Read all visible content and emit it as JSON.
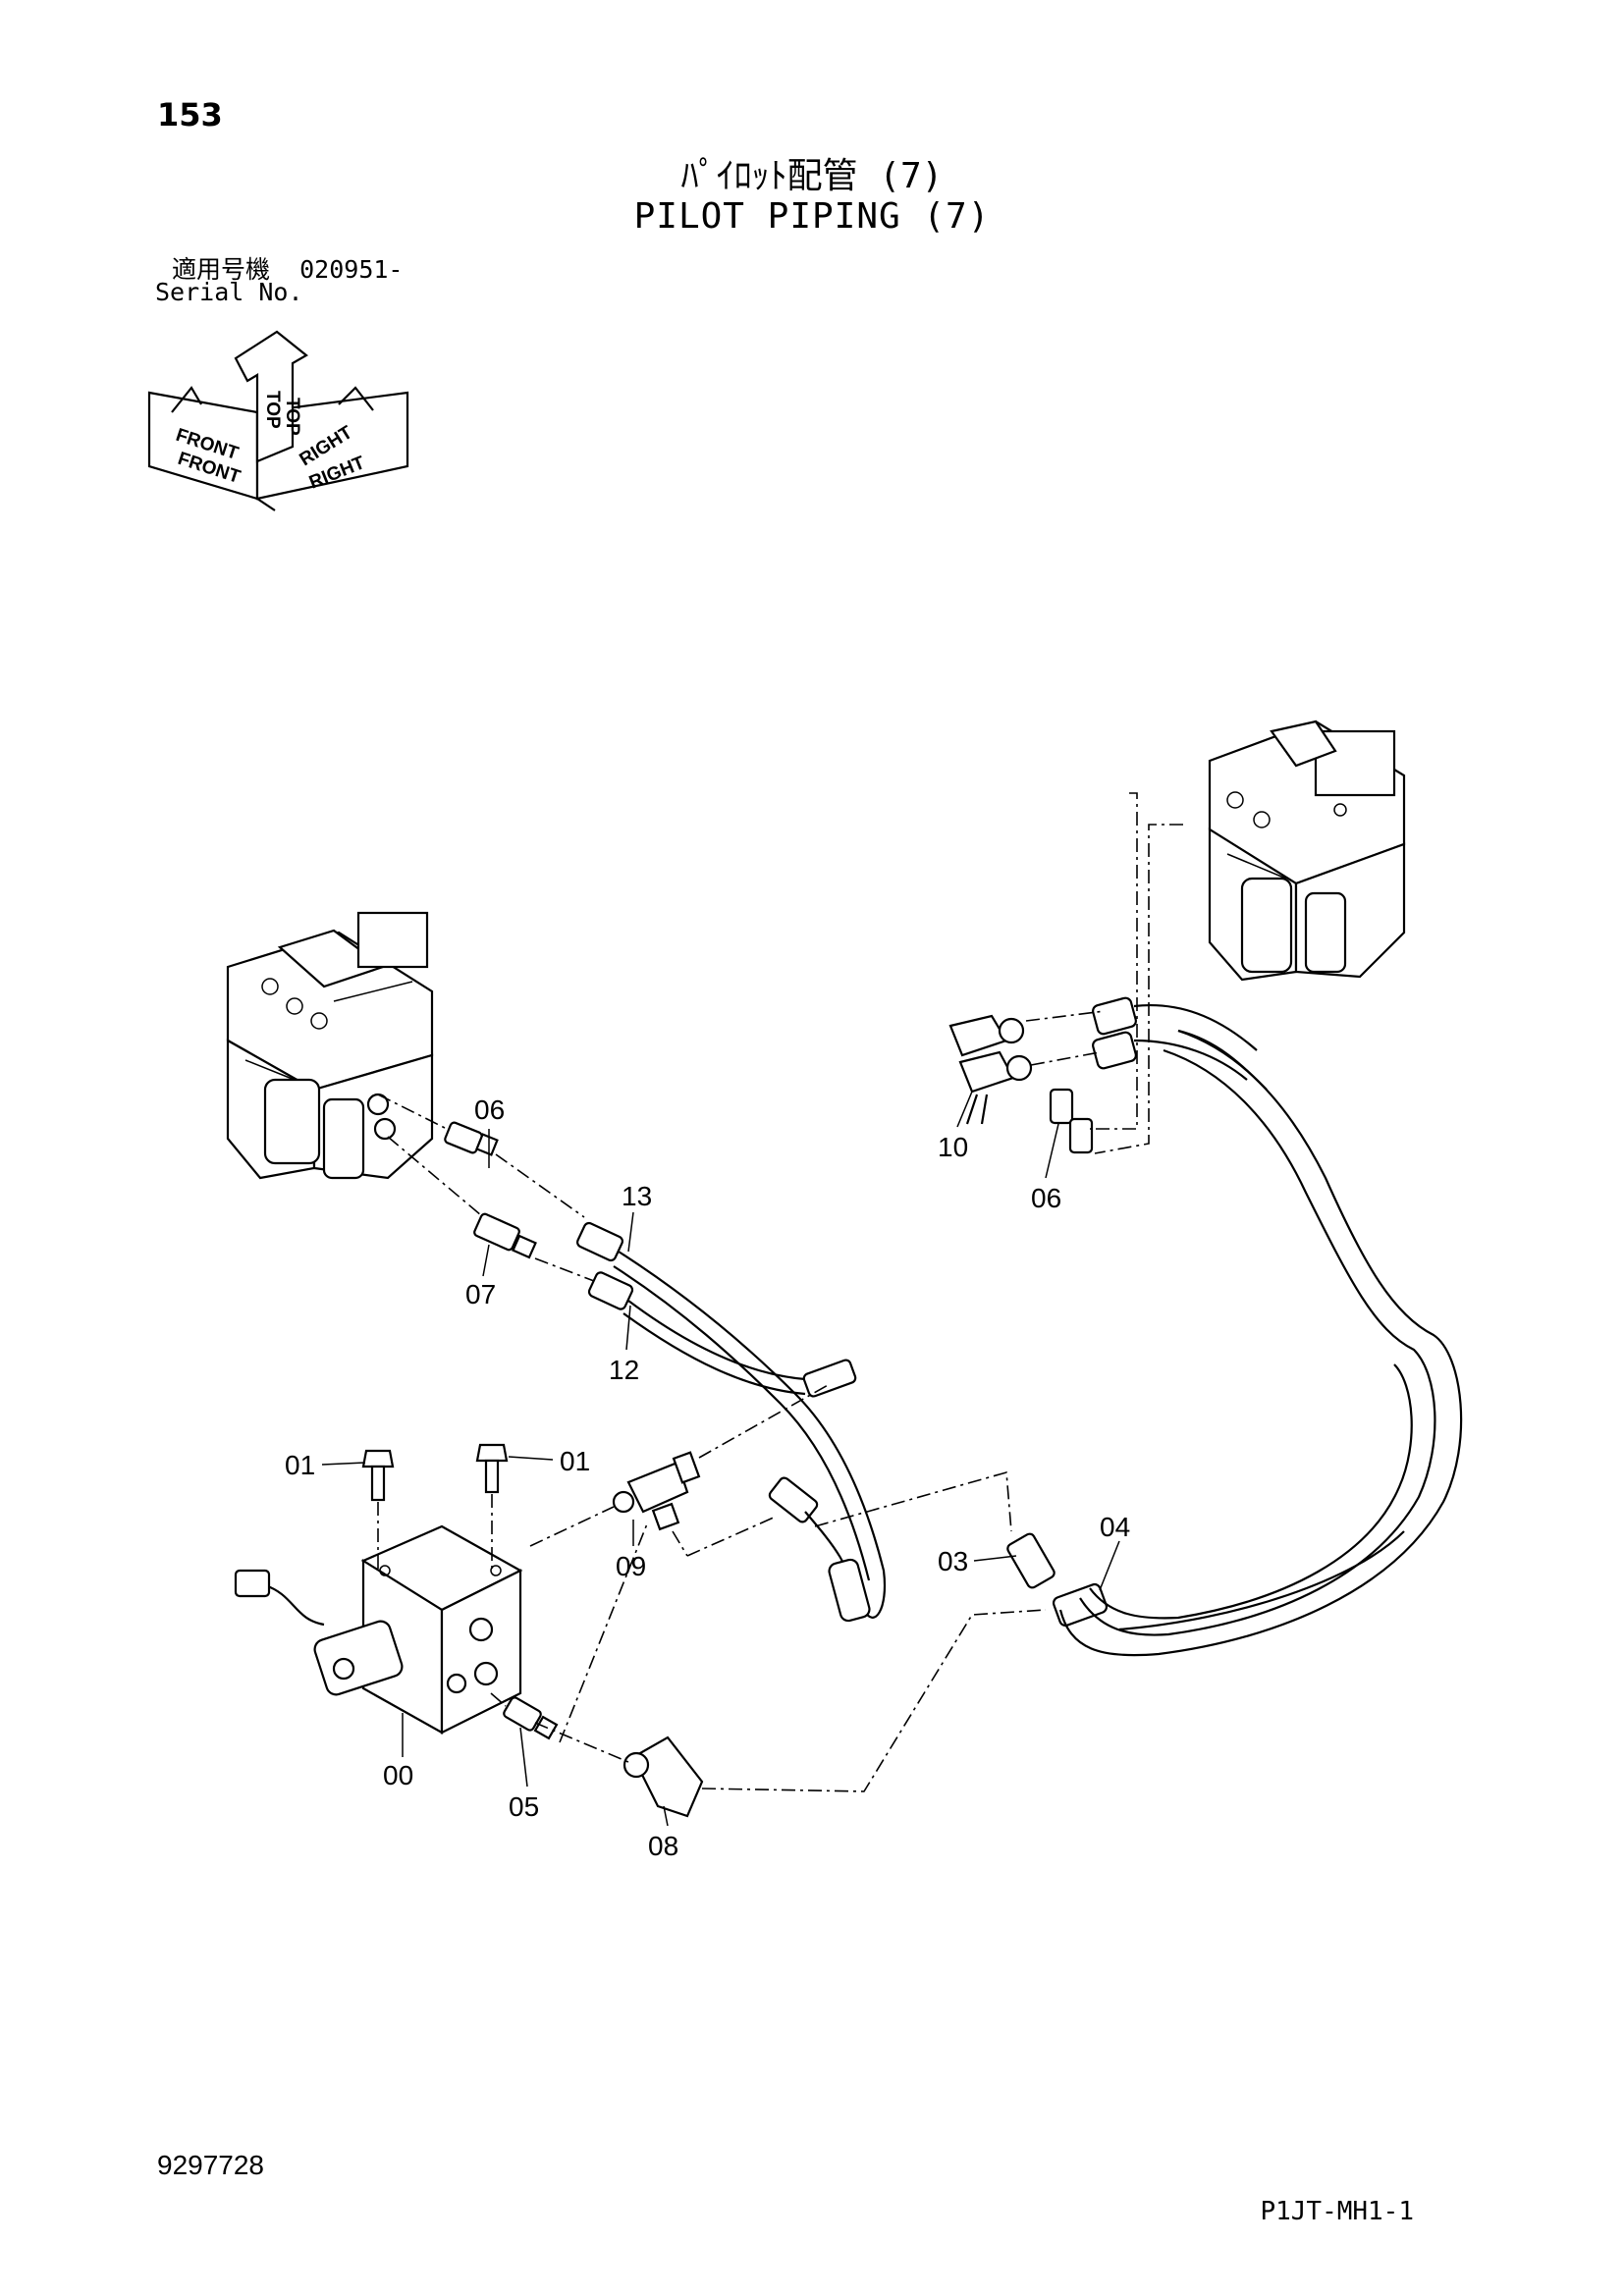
{
  "header": {
    "page_number": "153",
    "title_jp": "ﾊﾟｲﾛｯﾄ配管 (7)",
    "title_en": "PILOT PIPING (7)",
    "serial_label_jp": "適用号機",
    "serial_value": "020951-",
    "serial_label_en": "Serial No."
  },
  "orientation": {
    "top": "TOP",
    "front": "FRONT",
    "right": "RIGHT"
  },
  "callouts": [
    {
      "id": "c-00",
      "text": "00"
    },
    {
      "id": "c-01a",
      "text": "01"
    },
    {
      "id": "c-01b",
      "text": "01"
    },
    {
      "id": "c-03",
      "text": "03"
    },
    {
      "id": "c-04",
      "text": "04"
    },
    {
      "id": "c-05",
      "text": "05"
    },
    {
      "id": "c-06a",
      "text": "06"
    },
    {
      "id": "c-06b",
      "text": "06"
    },
    {
      "id": "c-07",
      "text": "07"
    },
    {
      "id": "c-08",
      "text": "08"
    },
    {
      "id": "c-09",
      "text": "09"
    },
    {
      "id": "c-10",
      "text": "10"
    },
    {
      "id": "c-12",
      "text": "12"
    },
    {
      "id": "c-13",
      "text": "13"
    }
  ],
  "footer": {
    "document_number": "9297728",
    "page_code": "P1JT-MH1-1"
  }
}
